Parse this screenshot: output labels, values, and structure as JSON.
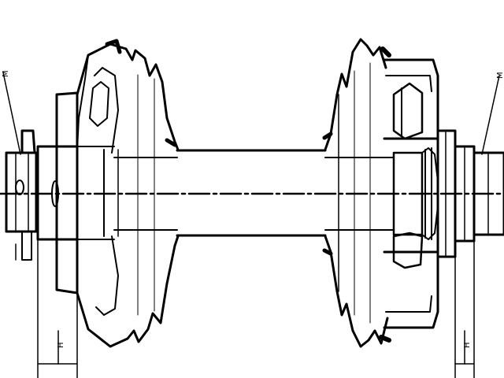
{
  "diagram": {
    "ink_color": "#000000",
    "background_color": "#ffffff",
    "labels": {
      "left_callout": "M",
      "right_callout": "M",
      "left_dim": "H",
      "right_dim": "H"
    }
  }
}
